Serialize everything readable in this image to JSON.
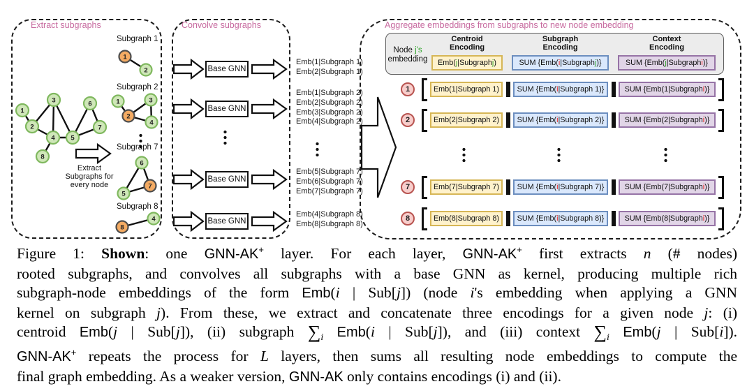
{
  "palette": {
    "panel_title_pink": "#c76a9f",
    "node_green_fill": "#cfe7b8",
    "node_green_stroke": "#7fb85e",
    "node_orange_fill": "#f4ab63",
    "node_orange_stroke": "#4d4d4d",
    "centroid_box_yellow": "#fff2cc",
    "centroid_box_border": "#d6b656",
    "subgraph_box_blue": "#dae8fc",
    "subgraph_box_border": "#6c8ebf",
    "context_box_purple": "#e1d5e7",
    "context_box_border": "#9673a6",
    "row_circle_fill": "#f8cecc",
    "row_circle_border": "#b85450",
    "letter_green": "#2ea32a",
    "letter_red": "#f2231e"
  },
  "extract_panel": {
    "title": "Extract subgraphs",
    "arrow_label": "Extract\nSubgraphs for\nevery node",
    "main_graph": {
      "nodes": [
        {
          "id": "1"
        },
        {
          "id": "2"
        },
        {
          "id": "3"
        },
        {
          "id": "4"
        },
        {
          "id": "5"
        },
        {
          "id": "6"
        },
        {
          "id": "7"
        },
        {
          "id": "8"
        }
      ],
      "edges": [
        [
          "1",
          "2"
        ],
        [
          "2",
          "3"
        ],
        [
          "2",
          "4"
        ],
        [
          "3",
          "4"
        ],
        [
          "3",
          "5"
        ],
        [
          "4",
          "5"
        ],
        [
          "4",
          "8"
        ],
        [
          "5",
          "6"
        ],
        [
          "5",
          "7"
        ],
        [
          "6",
          "7"
        ]
      ]
    },
    "subgraphs": [
      {
        "label": "Subgraph 1",
        "centroid": "1",
        "nodes": [
          {
            "id": "1"
          },
          {
            "id": "2"
          }
        ],
        "edges": [
          [
            "1",
            "2"
          ]
        ]
      },
      {
        "label": "Subgraph 2",
        "centroid": "2",
        "nodes": [
          {
            "id": "1"
          },
          {
            "id": "3"
          },
          {
            "id": "2"
          },
          {
            "id": "4"
          }
        ],
        "edges": [
          [
            "1",
            "2"
          ],
          [
            "2",
            "3"
          ],
          [
            "2",
            "4"
          ],
          [
            "3",
            "4"
          ]
        ]
      },
      {
        "label": "Subgraph 7",
        "centroid": "7",
        "nodes": [
          {
            "id": "6"
          },
          {
            "id": "7"
          },
          {
            "id": "5"
          }
        ],
        "edges": [
          [
            "6",
            "7"
          ],
          [
            "5",
            "6"
          ],
          [
            "5",
            "7"
          ]
        ]
      },
      {
        "label": "Subgraph 8",
        "centroid": "8",
        "nodes": [
          {
            "id": "4"
          },
          {
            "id": "8"
          }
        ],
        "edges": [
          [
            "4",
            "8"
          ]
        ]
      }
    ]
  },
  "convolve_panel": {
    "title": "Convolve subgraphs",
    "gnn_label": "Base GNN"
  },
  "embedding_lists": {
    "groups": [
      {
        "lines": [
          "Emb(1|Subgraph 1)",
          "Emb(2|Subgraph 1)"
        ]
      },
      {
        "lines": [
          "Emb(1|Subgraph 2)",
          "Emb(2|Subgraph 2)",
          "Emb(3|Subgraph 2)",
          "Emb(4|Subgraph 2)"
        ]
      },
      {
        "lines": [
          "Emb(5|Subgraph 7)",
          "Emb(6|Subgraph 7)",
          "Emb(7|Subgraph 7)"
        ]
      },
      {
        "lines": [
          "Emb(4|Subgraph 8)",
          "Emb(8|Subgraph 8)"
        ]
      }
    ]
  },
  "aggregate_panel": {
    "title": "Aggregate embeddings from subgraphs to new node embedding",
    "header": {
      "row_label": [
        [
          "Node ",
          ""
        ],
        [
          "j's",
          "green"
        ],
        [
          "\nembedding",
          ""
        ]
      ],
      "columns": [
        {
          "title": "Centroid\nEncoding",
          "sample": [
            [
              "Emb(",
              ""
            ],
            [
              "j",
              "green"
            ],
            [
              "|Subgraph ",
              ""
            ],
            [
              "j",
              "green"
            ],
            [
              ")",
              ""
            ]
          ]
        },
        {
          "title": "Subgraph\nEncoding",
          "sample": [
            [
              "SUM {Emb(",
              ""
            ],
            [
              "i",
              "red"
            ],
            [
              "|Subgraph ",
              ""
            ],
            [
              "j",
              "green"
            ],
            [
              ")}",
              ""
            ]
          ]
        },
        {
          "title": "Context\nEncoding",
          "sample": [
            [
              "SUM {Emb(",
              ""
            ],
            [
              "j",
              "green"
            ],
            [
              "|Subgraph ",
              ""
            ],
            [
              "i",
              "red"
            ],
            [
              ")}",
              ""
            ]
          ]
        }
      ]
    },
    "rows": [
      {
        "node": "1",
        "centroid": [
          [
            "Emb(1|Subgraph 1)",
            ""
          ]
        ],
        "subgraph": [
          [
            "SUM {Emb(",
            ""
          ],
          [
            "i",
            "red"
          ],
          [
            "|Subgraph 1)}",
            ""
          ]
        ],
        "context": [
          [
            "SUM {Emb(1|Subgraph ",
            ""
          ],
          [
            "i",
            "red"
          ],
          [
            ")}",
            ""
          ]
        ]
      },
      {
        "node": "2",
        "centroid": [
          [
            "Emb(2|Subgraph 2)",
            ""
          ]
        ],
        "subgraph": [
          [
            "SUM {Emb(",
            ""
          ],
          [
            "i",
            "red"
          ],
          [
            "|Subgraph 2)}",
            ""
          ]
        ],
        "context": [
          [
            "SUM {Emb(2|Subgraph ",
            ""
          ],
          [
            "i",
            "red"
          ],
          [
            ")}",
            ""
          ]
        ]
      },
      {
        "node": "7",
        "centroid": [
          [
            "Emb(7|Subgraph 7)",
            ""
          ]
        ],
        "subgraph": [
          [
            "SUM {Emb(",
            ""
          ],
          [
            "i",
            "red"
          ],
          [
            "|Subgraph 7)}",
            ""
          ]
        ],
        "context": [
          [
            "SUM {Emb(7|Subgraph ",
            ""
          ],
          [
            "i",
            "red"
          ],
          [
            ")}",
            ""
          ]
        ]
      },
      {
        "node": "8",
        "centroid": [
          [
            "Emb(8|Subgraph 8)",
            ""
          ]
        ],
        "subgraph": [
          [
            "SUM {Emb(",
            ""
          ],
          [
            "i",
            "red"
          ],
          [
            "|Subgraph 8)}",
            ""
          ]
        ],
        "context": [
          [
            "SUM {Emb(8|Subgraph ",
            ""
          ],
          [
            "i",
            "red"
          ],
          [
            ")}",
            ""
          ]
        ]
      }
    ]
  },
  "caption": {
    "lines": [
      [
        [
          "Figure 1: ",
          ""
        ],
        [
          "Shown",
          "b"
        ],
        [
          ": one ",
          ""
        ],
        [
          "GNN-AK",
          "sf"
        ],
        [
          "+",
          "sup"
        ],
        [
          " layer. For each layer, ",
          ""
        ],
        [
          "GNN-AK",
          "sf"
        ],
        [
          "+",
          "sup"
        ],
        [
          " first extracts ",
          ""
        ],
        [
          "n",
          "i"
        ],
        [
          " (# nodes)",
          ""
        ]
      ],
      [
        [
          "rooted subgraphs, and convolves all subgraphs with a base GNN as kernel, producing multiple rich",
          ""
        ]
      ],
      [
        [
          "subgraph-node embeddings of the form ",
          ""
        ],
        [
          "Emb",
          "sf"
        ],
        [
          "(",
          ""
        ],
        [
          "i",
          "i"
        ],
        [
          " | Sub[",
          ""
        ],
        [
          "j",
          "i"
        ],
        [
          "]) (node ",
          ""
        ],
        [
          "i",
          "i"
        ],
        [
          "'s embedding when applying a GNN",
          ""
        ]
      ],
      [
        [
          "kernel on subgraph ",
          ""
        ],
        [
          "j",
          "i"
        ],
        [
          "). From these, we extract and concatenate three encodings for a given node ",
          ""
        ],
        [
          "j",
          "i"
        ],
        [
          ": (i)",
          ""
        ]
      ],
      [
        [
          "centroid ",
          ""
        ],
        [
          "Emb",
          "sf"
        ],
        [
          "(",
          ""
        ],
        [
          "j",
          "i"
        ],
        [
          " | Sub[",
          ""
        ],
        [
          "j",
          "i"
        ],
        [
          "]), (ii) subgraph ",
          ""
        ],
        [
          "∑",
          "sum"
        ],
        [
          "i",
          "isub"
        ],
        [
          " ",
          ""
        ],
        [
          "Emb",
          "sf"
        ],
        [
          "(",
          ""
        ],
        [
          "i",
          "i"
        ],
        [
          " | Sub[",
          ""
        ],
        [
          "j",
          "i"
        ],
        [
          "]), and (iii) context ",
          ""
        ],
        [
          "∑",
          "sum"
        ],
        [
          "i",
          "isub"
        ],
        [
          " ",
          ""
        ],
        [
          "Emb",
          "sf"
        ],
        [
          "(",
          ""
        ],
        [
          "j",
          "i"
        ],
        [
          " | Sub[",
          ""
        ],
        [
          "i",
          "i"
        ],
        [
          "]).",
          ""
        ]
      ],
      [
        [
          "GNN-AK",
          "sf"
        ],
        [
          "+",
          "sup"
        ],
        [
          " repeats the process for ",
          ""
        ],
        [
          "L",
          "i"
        ],
        [
          " layers, then sums all resulting node embeddings to compute the",
          ""
        ]
      ],
      [
        [
          "final graph embedding. As a weaker version, ",
          ""
        ],
        [
          "GNN-AK",
          "sf"
        ],
        [
          " only contains encodings (i) and (ii).",
          ""
        ]
      ]
    ]
  }
}
